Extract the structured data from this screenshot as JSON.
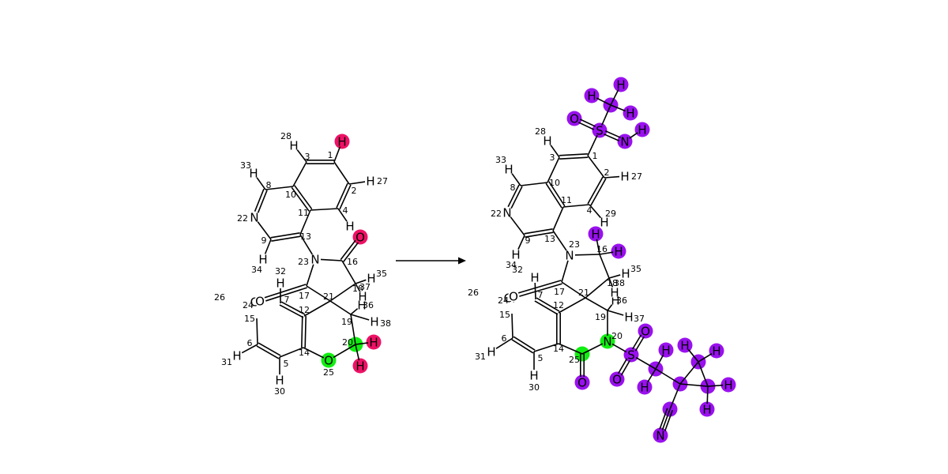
{
  "colors": {
    "removed": "#ee1166",
    "reaction_center": "#11ee11",
    "added": "#9911ee"
  },
  "reactant": {
    "atoms": [
      {
        "id": "c1",
        "symbol": "",
        "index": "1",
        "highlight": null
      },
      {
        "id": "c2",
        "symbol": "",
        "index": "2",
        "highlight": null
      },
      {
        "id": "c3",
        "symbol": "",
        "index": "3",
        "highlight": null
      },
      {
        "id": "c4",
        "symbol": "",
        "index": "4",
        "highlight": null
      },
      {
        "id": "c5",
        "symbol": "",
        "index": "5",
        "highlight": null
      },
      {
        "id": "c6",
        "symbol": "",
        "index": "6",
        "highlight": null
      },
      {
        "id": "c7",
        "symbol": "",
        "index": "7",
        "highlight": null
      },
      {
        "id": "c8",
        "symbol": "",
        "index": "8",
        "highlight": null
      },
      {
        "id": "c9",
        "symbol": "",
        "index": "9",
        "highlight": null
      },
      {
        "id": "c10",
        "symbol": "",
        "index": "10",
        "highlight": null
      },
      {
        "id": "c11",
        "symbol": "",
        "index": "11",
        "highlight": null
      },
      {
        "id": "c12",
        "symbol": "",
        "index": "12",
        "highlight": null
      },
      {
        "id": "c13",
        "symbol": "",
        "index": "13",
        "highlight": null
      },
      {
        "id": "c14",
        "symbol": "",
        "index": "14",
        "highlight": null
      },
      {
        "id": "c15",
        "symbol": "",
        "index": "15",
        "highlight": null
      },
      {
        "id": "c16",
        "symbol": "",
        "index": "16",
        "highlight": null
      },
      {
        "id": "c17",
        "symbol": "",
        "index": "17",
        "highlight": null
      },
      {
        "id": "c18",
        "symbol": "",
        "index": "18",
        "highlight": null
      },
      {
        "id": "c19",
        "symbol": "",
        "index": "19",
        "highlight": null
      },
      {
        "id": "c20",
        "symbol": "",
        "index": "20",
        "highlight": "reaction_center"
      },
      {
        "id": "c21",
        "symbol": "",
        "index": "21",
        "highlight": null
      },
      {
        "id": "n22",
        "symbol": "N",
        "index": "22",
        "highlight": null
      },
      {
        "id": "n23",
        "symbol": "N",
        "index": "23",
        "highlight": null
      },
      {
        "id": "cl24",
        "symbol": "Cl",
        "index": "24",
        "highlight": null
      },
      {
        "id": "o25",
        "symbol": "O",
        "index": "25",
        "highlight": "reaction_center"
      },
      {
        "id": "cl26",
        "symbol": "",
        "index": "26",
        "highlight": null
      },
      {
        "id": "o_ket",
        "symbol": "O",
        "index": "",
        "highlight": null
      },
      {
        "id": "o_amide",
        "symbol": "O",
        "index": "",
        "highlight": "removed"
      },
      {
        "id": "h_a",
        "symbol": "H",
        "index": "",
        "highlight": "removed"
      },
      {
        "id": "h27",
        "symbol": "H",
        "index": "27",
        "highlight": null
      },
      {
        "id": "h28",
        "symbol": "H",
        "index": "28",
        "highlight": null
      },
      {
        "id": "h29",
        "symbol": "H",
        "index": "",
        "highlight": null
      },
      {
        "id": "h30",
        "symbol": "H",
        "index": "30",
        "highlight": null
      },
      {
        "id": "h31",
        "symbol": "H",
        "index": "31",
        "highlight": null
      },
      {
        "id": "h32",
        "symbol": "H",
        "index": "32",
        "highlight": null
      },
      {
        "id": "h33",
        "symbol": "H",
        "index": "33",
        "highlight": null
      },
      {
        "id": "h34",
        "symbol": "H",
        "index": "34",
        "highlight": null
      },
      {
        "id": "h35",
        "symbol": "H",
        "index": "35",
        "highlight": null
      },
      {
        "id": "h36",
        "symbol": "H",
        "index": "36",
        "highlight": null
      },
      {
        "id": "h37",
        "symbol": "H",
        "index": "37",
        "highlight": null
      },
      {
        "id": "h38",
        "symbol": "H",
        "index": "38",
        "highlight": null
      },
      {
        "id": "h_b",
        "symbol": "H",
        "index": "",
        "highlight": "removed"
      },
      {
        "id": "h_c",
        "symbol": "H",
        "index": "",
        "highlight": "removed"
      }
    ],
    "bonds": [
      [
        "c1",
        "c2",
        1
      ],
      [
        "c2",
        "c4",
        2
      ],
      [
        "c4",
        "c11",
        1
      ],
      [
        "c11",
        "c10",
        2
      ],
      [
        "c10",
        "c3",
        1
      ],
      [
        "c3",
        "c1",
        2
      ],
      [
        "c10",
        "c8",
        1
      ],
      [
        "c8",
        "n22",
        2
      ],
      [
        "n22",
        "c9",
        1
      ],
      [
        "c9",
        "c13",
        2
      ],
      [
        "c13",
        "c11",
        1
      ],
      [
        "c13",
        "n23",
        1
      ],
      [
        "n23",
        "c16",
        1
      ],
      [
        "n23",
        "c17",
        1
      ],
      [
        "c16",
        "o_amide",
        2
      ],
      [
        "c16",
        "c18",
        1
      ],
      [
        "c18",
        "c21",
        1
      ],
      [
        "c17",
        "c21",
        1
      ],
      [
        "c17",
        "o_ket",
        2
      ],
      [
        "c21",
        "c12",
        1
      ],
      [
        "c21",
        "c19",
        1
      ],
      [
        "c19",
        "c20",
        1
      ],
      [
        "c20",
        "o25",
        1
      ],
      [
        "o25",
        "c14",
        1
      ],
      [
        "c12",
        "c7",
        2
      ],
      [
        "c7",
        "c24",
        1
      ],
      [
        "c24",
        "c15",
        2
      ],
      [
        "c15",
        "c6",
        1
      ],
      [
        "c6",
        "c5",
        2
      ],
      [
        "c5",
        "c14",
        1
      ],
      [
        "c14",
        "c12",
        2
      ],
      [
        "c24",
        "cl24",
        1
      ],
      [
        "c1",
        "h_a",
        1
      ],
      [
        "c2",
        "h27",
        1
      ],
      [
        "c3",
        "h28",
        1
      ],
      [
        "c4",
        "h29",
        1
      ],
      [
        "c5",
        "h30",
        1
      ],
      [
        "c6",
        "h31",
        1
      ],
      [
        "c7",
        "h32",
        1
      ],
      [
        "c8",
        "h33",
        1
      ],
      [
        "c9",
        "h34",
        1
      ],
      [
        "c18",
        "h35",
        1
      ],
      [
        "c18",
        "h37",
        1
      ],
      [
        "c19",
        "h36",
        1
      ],
      [
        "c19",
        "h38",
        1
      ],
      [
        "c20",
        "h_b",
        1
      ],
      [
        "c20",
        "h_c",
        1
      ]
    ]
  },
  "product": {
    "atoms": [
      {
        "id": "c1",
        "symbol": "",
        "index": "1",
        "highlight": null
      },
      {
        "id": "c2",
        "symbol": "",
        "index": "2",
        "highlight": null
      },
      {
        "id": "c3",
        "symbol": "",
        "index": "3",
        "highlight": null
      },
      {
        "id": "c4",
        "symbol": "",
        "index": "4",
        "highlight": null
      },
      {
        "id": "c5",
        "symbol": "",
        "index": "5",
        "highlight": null
      },
      {
        "id": "c6",
        "symbol": "",
        "index": "6",
        "highlight": null
      },
      {
        "id": "c7",
        "symbol": "",
        "index": "7",
        "highlight": null
      },
      {
        "id": "c8",
        "symbol": "",
        "index": "8",
        "highlight": null
      },
      {
        "id": "c9",
        "symbol": "",
        "index": "9",
        "highlight": null
      },
      {
        "id": "c10",
        "symbol": "",
        "index": "10",
        "highlight": null
      },
      {
        "id": "c11",
        "symbol": "",
        "index": "11",
        "highlight": null
      },
      {
        "id": "c12",
        "symbol": "",
        "index": "12",
        "highlight": null
      },
      {
        "id": "c13",
        "symbol": "",
        "index": "13",
        "highlight": null
      },
      {
        "id": "c14",
        "symbol": "",
        "index": "14",
        "highlight": null
      },
      {
        "id": "c15",
        "symbol": "",
        "index": "15",
        "highlight": null
      },
      {
        "id": "c16",
        "symbol": "",
        "index": "16",
        "highlight": null
      },
      {
        "id": "c17",
        "symbol": "",
        "index": "17",
        "highlight": null
      },
      {
        "id": "c18",
        "symbol": "",
        "index": "18",
        "highlight": null
      },
      {
        "id": "c19",
        "symbol": "",
        "index": "19",
        "highlight": null
      },
      {
        "id": "n20",
        "symbol": "N",
        "index": "20",
        "highlight": "reaction_center"
      },
      {
        "id": "c21",
        "symbol": "",
        "index": "21",
        "highlight": null
      },
      {
        "id": "n22",
        "symbol": "N",
        "index": "22",
        "highlight": null
      },
      {
        "id": "n23",
        "symbol": "N",
        "index": "23",
        "highlight": null
      },
      {
        "id": "cl24",
        "symbol": "Cl",
        "index": "24",
        "highlight": null
      },
      {
        "id": "c25",
        "symbol": "",
        "index": "25",
        "highlight": "reaction_center"
      },
      {
        "id": "cl26",
        "symbol": "",
        "index": "26",
        "highlight": null
      },
      {
        "id": "o_ket",
        "symbol": "O",
        "index": "",
        "highlight": null
      },
      {
        "id": "o25",
        "symbol": "O",
        "index": "",
        "highlight": "added"
      },
      {
        "id": "h27",
        "symbol": "H",
        "index": "27",
        "highlight": null
      },
      {
        "id": "h28",
        "symbol": "H",
        "index": "28",
        "highlight": null
      },
      {
        "id": "h29",
        "symbol": "H",
        "index": "29",
        "highlight": null
      },
      {
        "id": "h30",
        "symbol": "H",
        "index": "30",
        "highlight": null
      },
      {
        "id": "h31",
        "symbol": "H",
        "index": "31",
        "highlight": null
      },
      {
        "id": "h32",
        "symbol": "H",
        "index": "32",
        "highlight": null
      },
      {
        "id": "h33",
        "symbol": "H",
        "index": "33",
        "highlight": null
      },
      {
        "id": "h34",
        "symbol": "H",
        "index": "34",
        "highlight": null
      },
      {
        "id": "h35",
        "symbol": "H",
        "index": "35",
        "highlight": null
      },
      {
        "id": "h36",
        "symbol": "H",
        "index": "36",
        "highlight": null
      },
      {
        "id": "h37",
        "symbol": "H",
        "index": "37",
        "highlight": null
      },
      {
        "id": "h38",
        "symbol": "H",
        "index": "38",
        "highlight": null
      },
      {
        "id": "h16a",
        "symbol": "H",
        "index": "",
        "highlight": "added"
      },
      {
        "id": "h16b",
        "symbol": "H",
        "index": "",
        "highlight": "added"
      },
      {
        "id": "s_top",
        "symbol": "S",
        "index": "",
        "highlight": "added"
      },
      {
        "id": "o_st",
        "symbol": "O",
        "index": "",
        "highlight": "added"
      },
      {
        "id": "n_st",
        "symbol": "N",
        "index": "",
        "highlight": "added"
      },
      {
        "id": "h_stn",
        "symbol": "H",
        "index": "",
        "highlight": "added"
      },
      {
        "id": "c_me",
        "symbol": "",
        "index": "",
        "highlight": "added"
      },
      {
        "id": "h_me1",
        "symbol": "H",
        "index": "",
        "highlight": "added"
      },
      {
        "id": "h_me2",
        "symbol": "H",
        "index": "",
        "highlight": "added"
      },
      {
        "id": "h_me3",
        "symbol": "H",
        "index": "",
        "highlight": "added"
      },
      {
        "id": "s_bot",
        "symbol": "S",
        "index": "",
        "highlight": "added"
      },
      {
        "id": "o_sb1",
        "symbol": "O",
        "index": "",
        "highlight": "added"
      },
      {
        "id": "o_sb2",
        "symbol": "O",
        "index": "",
        "highlight": "added"
      },
      {
        "id": "c_ch2",
        "symbol": "",
        "index": "",
        "highlight": "added"
      },
      {
        "id": "h_ch2a",
        "symbol": "H",
        "index": "",
        "highlight": "added"
      },
      {
        "id": "h_ch2b",
        "symbol": "H",
        "index": "",
        "highlight": "added"
      },
      {
        "id": "c_q",
        "symbol": "",
        "index": "",
        "highlight": "added"
      },
      {
        "id": "c_cpa",
        "symbol": "",
        "index": "",
        "highlight": "added"
      },
      {
        "id": "h_cpa1",
        "symbol": "H",
        "index": "",
        "highlight": "added"
      },
      {
        "id": "h_cpa2",
        "symbol": "H",
        "index": "",
        "highlight": "added"
      },
      {
        "id": "c_cpb",
        "symbol": "",
        "index": "",
        "highlight": "added"
      },
      {
        "id": "h_cpb1",
        "symbol": "H",
        "index": "",
        "highlight": "added"
      },
      {
        "id": "h_cpb2",
        "symbol": "H",
        "index": "",
        "highlight": "added"
      },
      {
        "id": "c_cn",
        "symbol": "",
        "index": "",
        "highlight": "added"
      },
      {
        "id": "n_cn",
        "symbol": "N",
        "index": "",
        "highlight": "added"
      }
    ],
    "bonds": [
      [
        "c1",
        "c2",
        1
      ],
      [
        "c2",
        "c4",
        2
      ],
      [
        "c4",
        "c11",
        1
      ],
      [
        "c11",
        "c10",
        2
      ],
      [
        "c10",
        "c3",
        1
      ],
      [
        "c3",
        "c1",
        2
      ],
      [
        "c10",
        "c8",
        1
      ],
      [
        "c8",
        "n22",
        2
      ],
      [
        "n22",
        "c9",
        1
      ],
      [
        "c9",
        "c13",
        2
      ],
      [
        "c13",
        "c11",
        1
      ],
      [
        "c13",
        "n23",
        1
      ],
      [
        "n23",
        "c16",
        1
      ],
      [
        "n23",
        "c17",
        1
      ],
      [
        "c16",
        "c18",
        1
      ],
      [
        "c18",
        "c21",
        1
      ],
      [
        "c17",
        "c21",
        1
      ],
      [
        "c17",
        "o_ket",
        2
      ],
      [
        "c21",
        "c12",
        1
      ],
      [
        "c21",
        "c19",
        1
      ],
      [
        "c19",
        "n20",
        1
      ],
      [
        "n20",
        "c25",
        1
      ],
      [
        "c25",
        "c14",
        1
      ],
      [
        "c25",
        "o25",
        2
      ],
      [
        "c12",
        "c7",
        2
      ],
      [
        "c7",
        "c24",
        1
      ],
      [
        "c24",
        "c15",
        2
      ],
      [
        "c15",
        "c6",
        1
      ],
      [
        "c6",
        "c5",
        2
      ],
      [
        "c5",
        "c14",
        1
      ],
      [
        "c14",
        "c12",
        2
      ],
      [
        "c24",
        "cl24",
        1
      ],
      [
        "c2",
        "h27",
        1
      ],
      [
        "c3",
        "h28",
        1
      ],
      [
        "c4",
        "h29",
        1
      ],
      [
        "c5",
        "h30",
        1
      ],
      [
        "c6",
        "h31",
        1
      ],
      [
        "c7",
        "h32",
        1
      ],
      [
        "c8",
        "h33",
        1
      ],
      [
        "c9",
        "h34",
        1
      ],
      [
        "c18",
        "h35",
        1
      ],
      [
        "c18",
        "h38",
        1
      ],
      [
        "c19",
        "h36",
        1
      ],
      [
        "c19",
        "h37",
        1
      ],
      [
        "c16",
        "h16a",
        1
      ],
      [
        "c16",
        "h16b",
        1
      ],
      [
        "c1",
        "s_top",
        1
      ],
      [
        "s_top",
        "o_st",
        2
      ],
      [
        "s_top",
        "n_st",
        2
      ],
      [
        "n_st",
        "h_stn",
        1
      ],
      [
        "s_top",
        "c_me",
        1
      ],
      [
        "c_me",
        "h_me1",
        1
      ],
      [
        "c_me",
        "h_me2",
        1
      ],
      [
        "c_me",
        "h_me3",
        1
      ],
      [
        "n20",
        "s_bot",
        1
      ],
      [
        "s_bot",
        "o_sb1",
        2
      ],
      [
        "s_bot",
        "o_sb2",
        2
      ],
      [
        "s_bot",
        "c_ch2",
        1
      ],
      [
        "c_ch2",
        "h_ch2a",
        1
      ],
      [
        "c_ch2",
        "h_ch2b",
        1
      ],
      [
        "c_ch2",
        "c_q",
        1
      ],
      [
        "c_q",
        "c_cpa",
        1
      ],
      [
        "c_q",
        "c_cpb",
        1
      ],
      [
        "c_cpa",
        "c_cpb",
        1
      ],
      [
        "c_cpa",
        "h_cpa1",
        1
      ],
      [
        "c_cpa",
        "h_cpa2",
        1
      ],
      [
        "c_cpb",
        "h_cpb1",
        1
      ],
      [
        "c_cpb",
        "h_cpb2",
        1
      ],
      [
        "c_q",
        "c_cn",
        1
      ],
      [
        "c_cn",
        "n_cn",
        3
      ]
    ]
  }
}
